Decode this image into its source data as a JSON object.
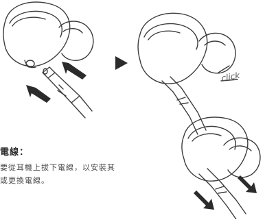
{
  "diagram": {
    "click_label": "click",
    "heading": "電線：",
    "body_lines": [
      "要從耳機上拔下電線，以安裝其",
      "或更換電線。"
    ],
    "stroke_color": "#3c3c3c",
    "arrow_color": "#2b2b2b"
  }
}
